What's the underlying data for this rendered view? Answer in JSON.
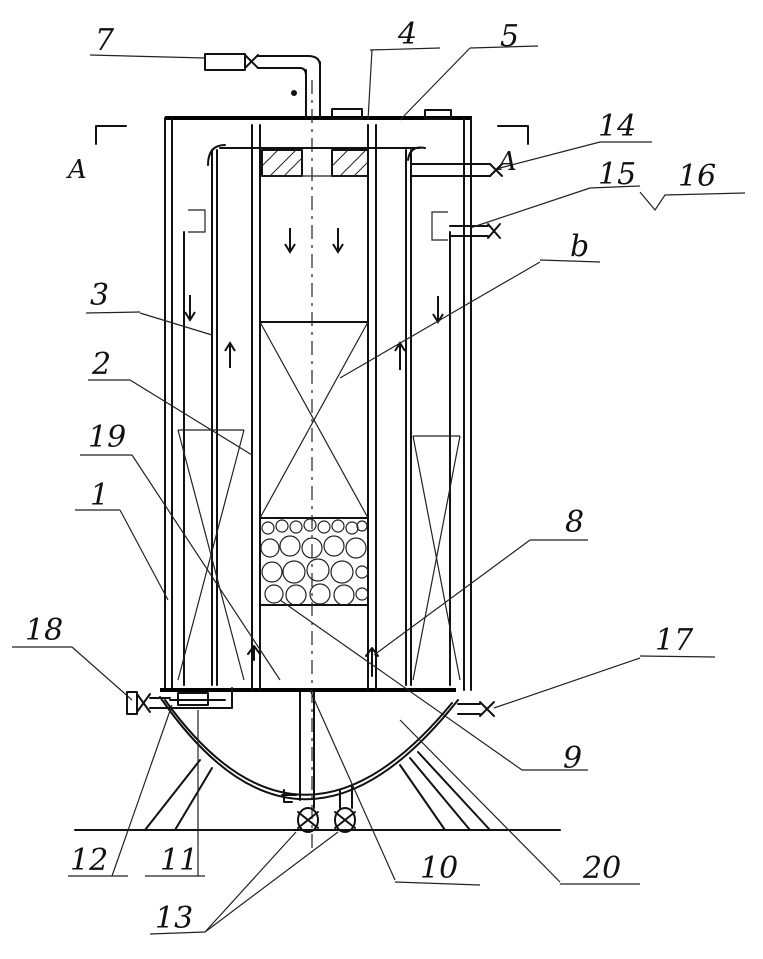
{
  "labels": {
    "n1": "1",
    "n2": "2",
    "n3": "3",
    "n4": "4",
    "n5": "5",
    "n6": "b",
    "n7": "7",
    "n8": "8",
    "n9": "9",
    "n10": "10",
    "n11": "11",
    "n12": "12",
    "n13": "13",
    "n14": "14",
    "n15": "15",
    "n16": "16",
    "n17": "17",
    "n18": "18",
    "n19": "19",
    "n20": "20",
    "sectionA_left": "A",
    "sectionA_right": "A"
  }
}
